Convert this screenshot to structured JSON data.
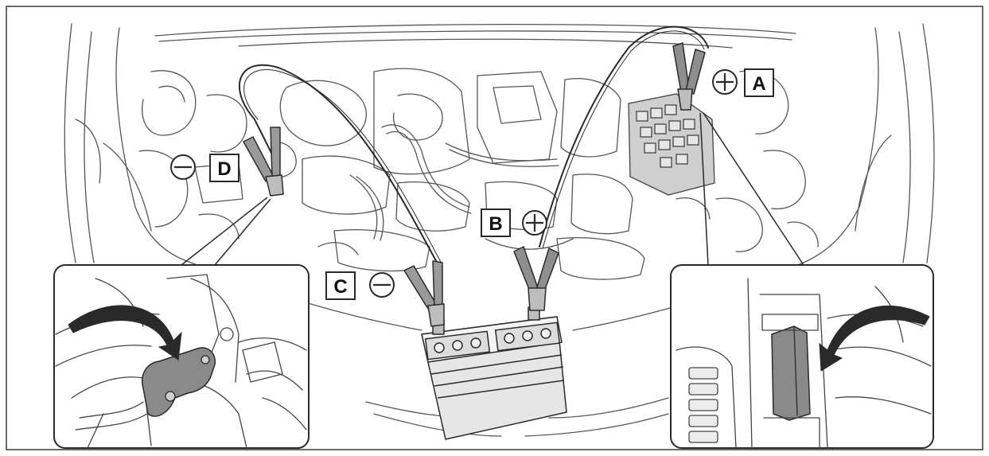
{
  "labels": {
    "a": {
      "letter": "A",
      "sign": "+"
    },
    "b": {
      "letter": "B",
      "sign": "+"
    },
    "c": {
      "letter": "C",
      "sign": "−"
    },
    "d": {
      "letter": "D",
      "sign": "−"
    }
  },
  "colors": {
    "line": "#2a2a2a",
    "thin": "#6a6a6a",
    "clamp_red": "#8e8e8e",
    "clamp_black": "#9a9a9a",
    "highlight": "#8a8a8a",
    "battery": "#ececec"
  },
  "icons": {
    "arrow_left_inset": "curved-arrow-icon",
    "arrow_right_inset": "curved-arrow-icon"
  }
}
